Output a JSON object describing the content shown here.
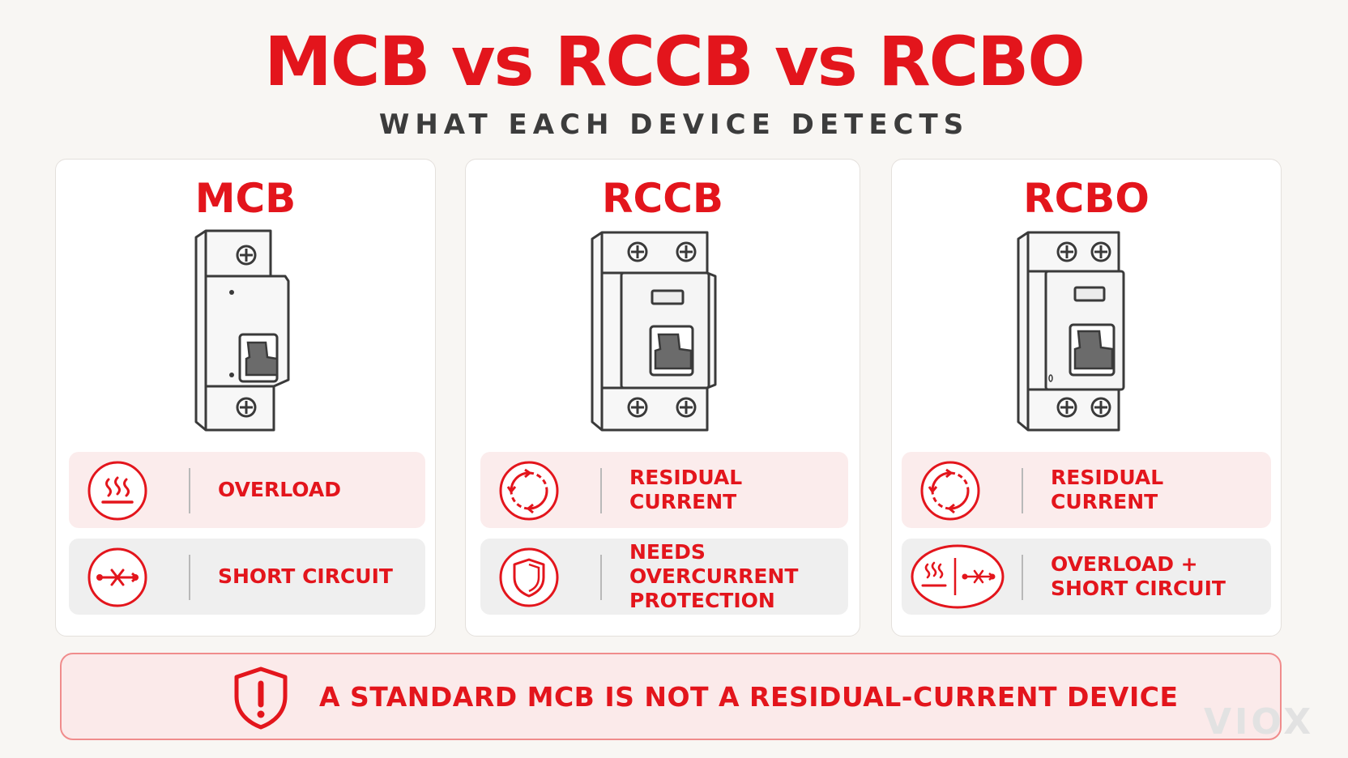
{
  "header": {
    "title": "MCB vs RCCB vs RCBO",
    "subtitle": "WHAT EACH DEVICE DETECTS"
  },
  "cards": [
    {
      "title": "MCB",
      "device": "single-pole-breaker",
      "rows": [
        {
          "icon": "heat-waves-icon",
          "label": "OVERLOAD"
        },
        {
          "icon": "short-circuit-icon",
          "label": "SHORT CIRCUIT"
        }
      ]
    },
    {
      "title": "RCCB",
      "device": "two-pole-rccb",
      "rows": [
        {
          "icon": "residual-current-icon",
          "label": "RESIDUAL CURRENT"
        },
        {
          "icon": "shield-icon",
          "label_lines": [
            "NEEDS OVERCURRENT",
            "PROTECTION"
          ]
        }
      ]
    },
    {
      "title": "RCBO",
      "device": "two-pole-rcbo",
      "rows": [
        {
          "icon": "residual-current-icon",
          "label": "RESIDUAL CURRENT"
        },
        {
          "icon": "overload-short-circuit-icon",
          "label_lines": [
            "OVERLOAD +",
            "SHORT CIRCUIT"
          ]
        }
      ]
    }
  ],
  "banner": {
    "icon": "shield-exclamation-icon",
    "text": "A STANDARD MCB IS NOT A RESIDUAL-CURRENT DEVICE"
  },
  "watermark": "VIOX",
  "colors": {
    "accent": "#e3151c",
    "background": "#f8f6f3",
    "card": "#ffffff",
    "pink_row": "#fbecec",
    "grey_row": "#efefef",
    "device_outline": "#3a3a3a",
    "device_toggle": "#6b6b6b"
  }
}
